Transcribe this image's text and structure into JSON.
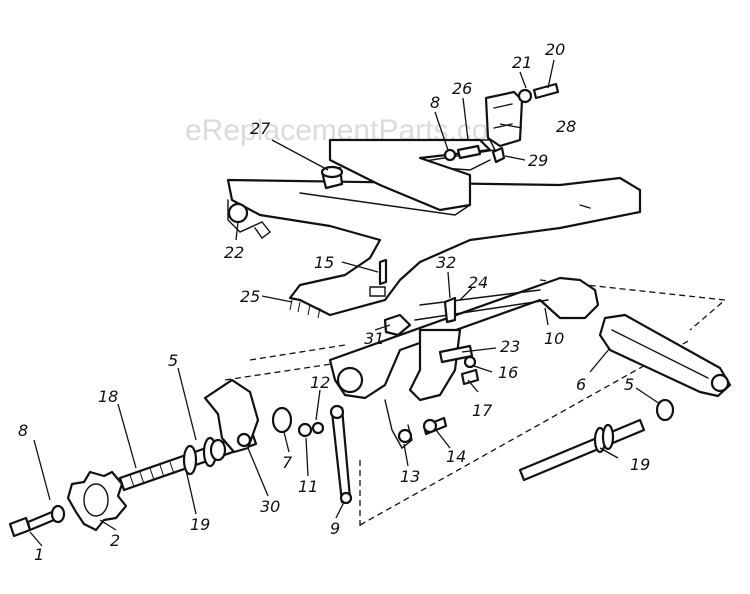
{
  "watermark": "eReplacementParts.com",
  "labels": [
    {
      "id": "20",
      "text": "20"
    },
    {
      "id": "21",
      "text": "21"
    },
    {
      "id": "26",
      "text": "26"
    },
    {
      "id": "8a",
      "text": "8"
    },
    {
      "id": "28",
      "text": "28"
    },
    {
      "id": "27",
      "text": "27"
    },
    {
      "id": "29",
      "text": "29"
    },
    {
      "id": "22",
      "text": "22"
    },
    {
      "id": "15",
      "text": "15"
    },
    {
      "id": "32",
      "text": "32"
    },
    {
      "id": "24",
      "text": "24"
    },
    {
      "id": "25",
      "text": "25"
    },
    {
      "id": "10",
      "text": "10"
    },
    {
      "id": "31",
      "text": "31"
    },
    {
      "id": "23",
      "text": "23"
    },
    {
      "id": "16",
      "text": "16"
    },
    {
      "id": "17",
      "text": "17"
    },
    {
      "id": "6",
      "text": "6"
    },
    {
      "id": "5a",
      "text": "5"
    },
    {
      "id": "5b",
      "text": "5"
    },
    {
      "id": "12",
      "text": "12"
    },
    {
      "id": "18",
      "text": "18"
    },
    {
      "id": "8b",
      "text": "8"
    },
    {
      "id": "7",
      "text": "7"
    },
    {
      "id": "11",
      "text": "11"
    },
    {
      "id": "14",
      "text": "14"
    },
    {
      "id": "19a",
      "text": "19"
    },
    {
      "id": "19b",
      "text": "19"
    },
    {
      "id": "13",
      "text": "13"
    },
    {
      "id": "30",
      "text": "30"
    },
    {
      "id": "9",
      "text": "9"
    },
    {
      "id": "1",
      "text": "1"
    },
    {
      "id": "2",
      "text": "2"
    }
  ]
}
